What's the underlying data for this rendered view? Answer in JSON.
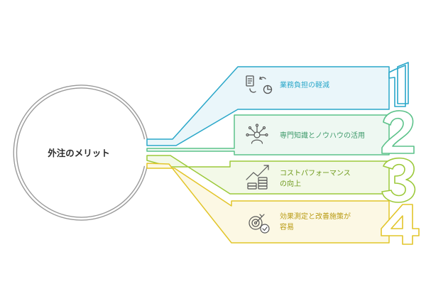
{
  "center": {
    "label": "外注のメリット"
  },
  "items": [
    {
      "number": "1",
      "lines": [
        "業務負担の軽減"
      ],
      "color": "#2aa7c9",
      "icon": "document-chart-icon"
    },
    {
      "number": "2",
      "lines": [
        "専門知識とノウハウの活用"
      ],
      "color": "#5cc28a",
      "icon": "expert-network-icon"
    },
    {
      "number": "3",
      "lines": [
        "コストパフォーマンス",
        "の向上"
      ],
      "color": "#9cc93a",
      "icon": "coins-growth-icon"
    },
    {
      "number": "4",
      "lines": [
        "効果測定と改善施策が",
        "容易"
      ],
      "color": "#e2c52a",
      "icon": "target-check-icon"
    }
  ],
  "colors": {
    "circle": "#9a9a9a",
    "text": "#2b2b2b"
  }
}
